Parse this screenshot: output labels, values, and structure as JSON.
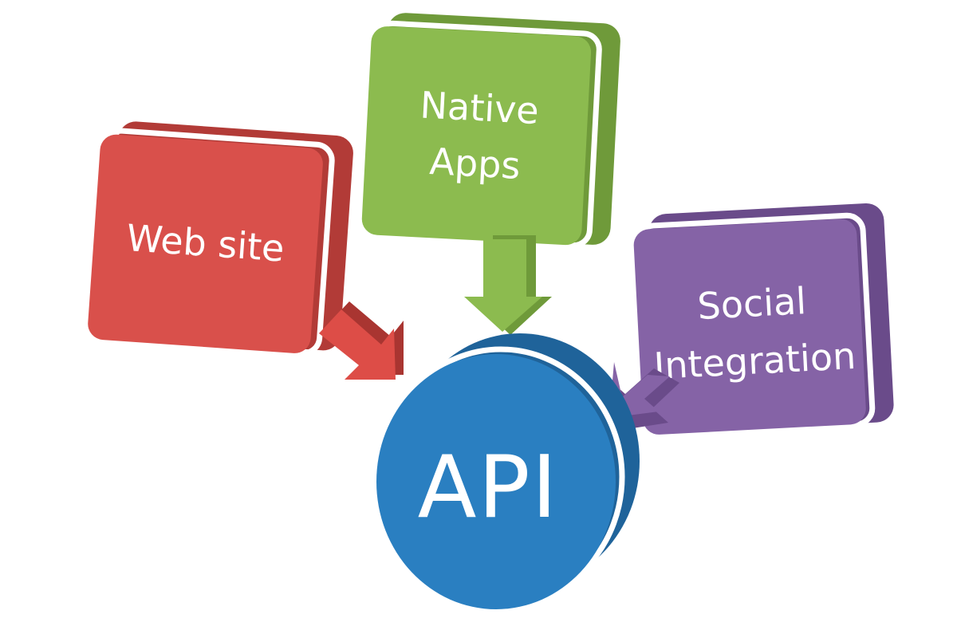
{
  "diagram": {
    "nodes": {
      "website": {
        "label": "Web site"
      },
      "native_apps": {
        "label_line1": "Native",
        "label_line2": "Apps"
      },
      "social": {
        "label_line1": "Social",
        "label_line2": "Integration"
      },
      "api": {
        "label": "API"
      }
    },
    "edges": [
      {
        "from": "website",
        "to": "api"
      },
      {
        "from": "native_apps",
        "to": "api"
      },
      {
        "from": "social",
        "to": "api"
      }
    ],
    "colors": {
      "website": "#d9504b",
      "native_apps": "#8cbb4f",
      "social": "#8563a6",
      "api": "#2a7fc1"
    }
  }
}
